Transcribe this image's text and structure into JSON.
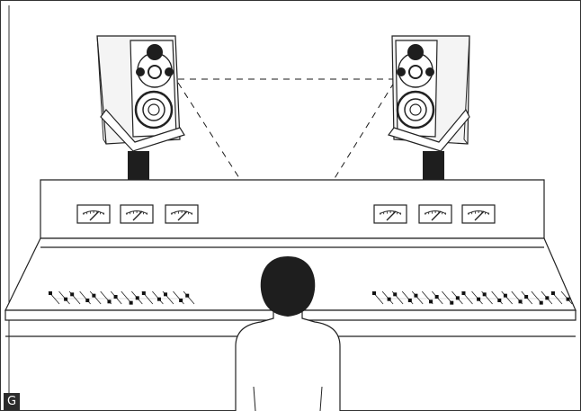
{
  "figure": {
    "panel_label": "G",
    "speakers": [
      {
        "id": "left",
        "cabinet_color": "#f2f2f2",
        "stand_color": "#1e1e1e"
      },
      {
        "id": "right",
        "cabinet_color": "#f2f2f2",
        "stand_color": "#1e1e1e"
      }
    ],
    "meter_count_per_side": 3,
    "listener": {
      "head_color": "#1e1e1e"
    },
    "line_color": "#1a1a1a"
  }
}
